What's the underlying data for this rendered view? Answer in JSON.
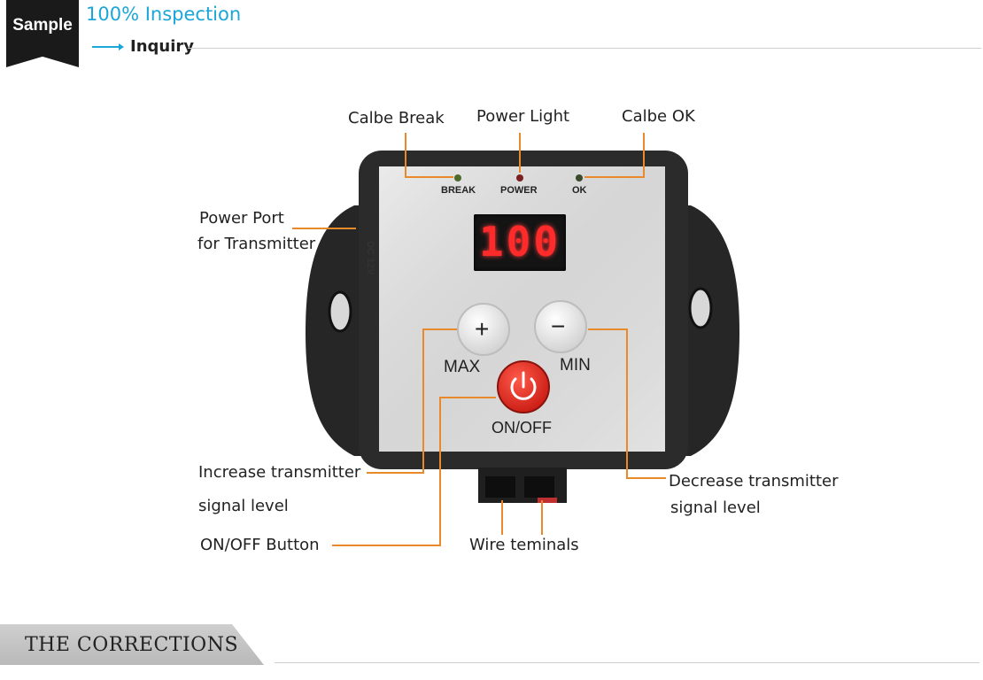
{
  "header": {
    "sample_label": "Sample",
    "inspection_label": "100% Inspection",
    "inquiry_label": "Inquiry"
  },
  "device": {
    "indicator_labels": [
      "BREAK",
      "POWER",
      "OK"
    ],
    "voltage_label": "DC 12V",
    "display_value": "100",
    "plus_symbol": "+",
    "minus_symbol": "−",
    "max_label": "MAX",
    "min_label": "MIN",
    "onoff_label": "ON/OFF"
  },
  "callouts": {
    "cable_break": "Calbe Break",
    "power_light": "Power Light",
    "cable_ok": "Calbe OK",
    "power_port_line1": "Power Port",
    "power_port_line2": "for Transmitter",
    "increase_line1": "Increase transmitter",
    "increase_line2": "signal level",
    "decrease_line1": "Decrease transmitter",
    "decrease_line2": "signal level",
    "onoff_button": "ON/OFF Button",
    "wire_terminals": "Wire teminals"
  },
  "footer": {
    "corrections_label": "THE CORRECTIONS"
  },
  "colors": {
    "accent_blue": "#1aa6d8",
    "callout_orange": "#e8892c",
    "led_red": "#ff2a2a",
    "power_button_red": "#e0261e"
  }
}
